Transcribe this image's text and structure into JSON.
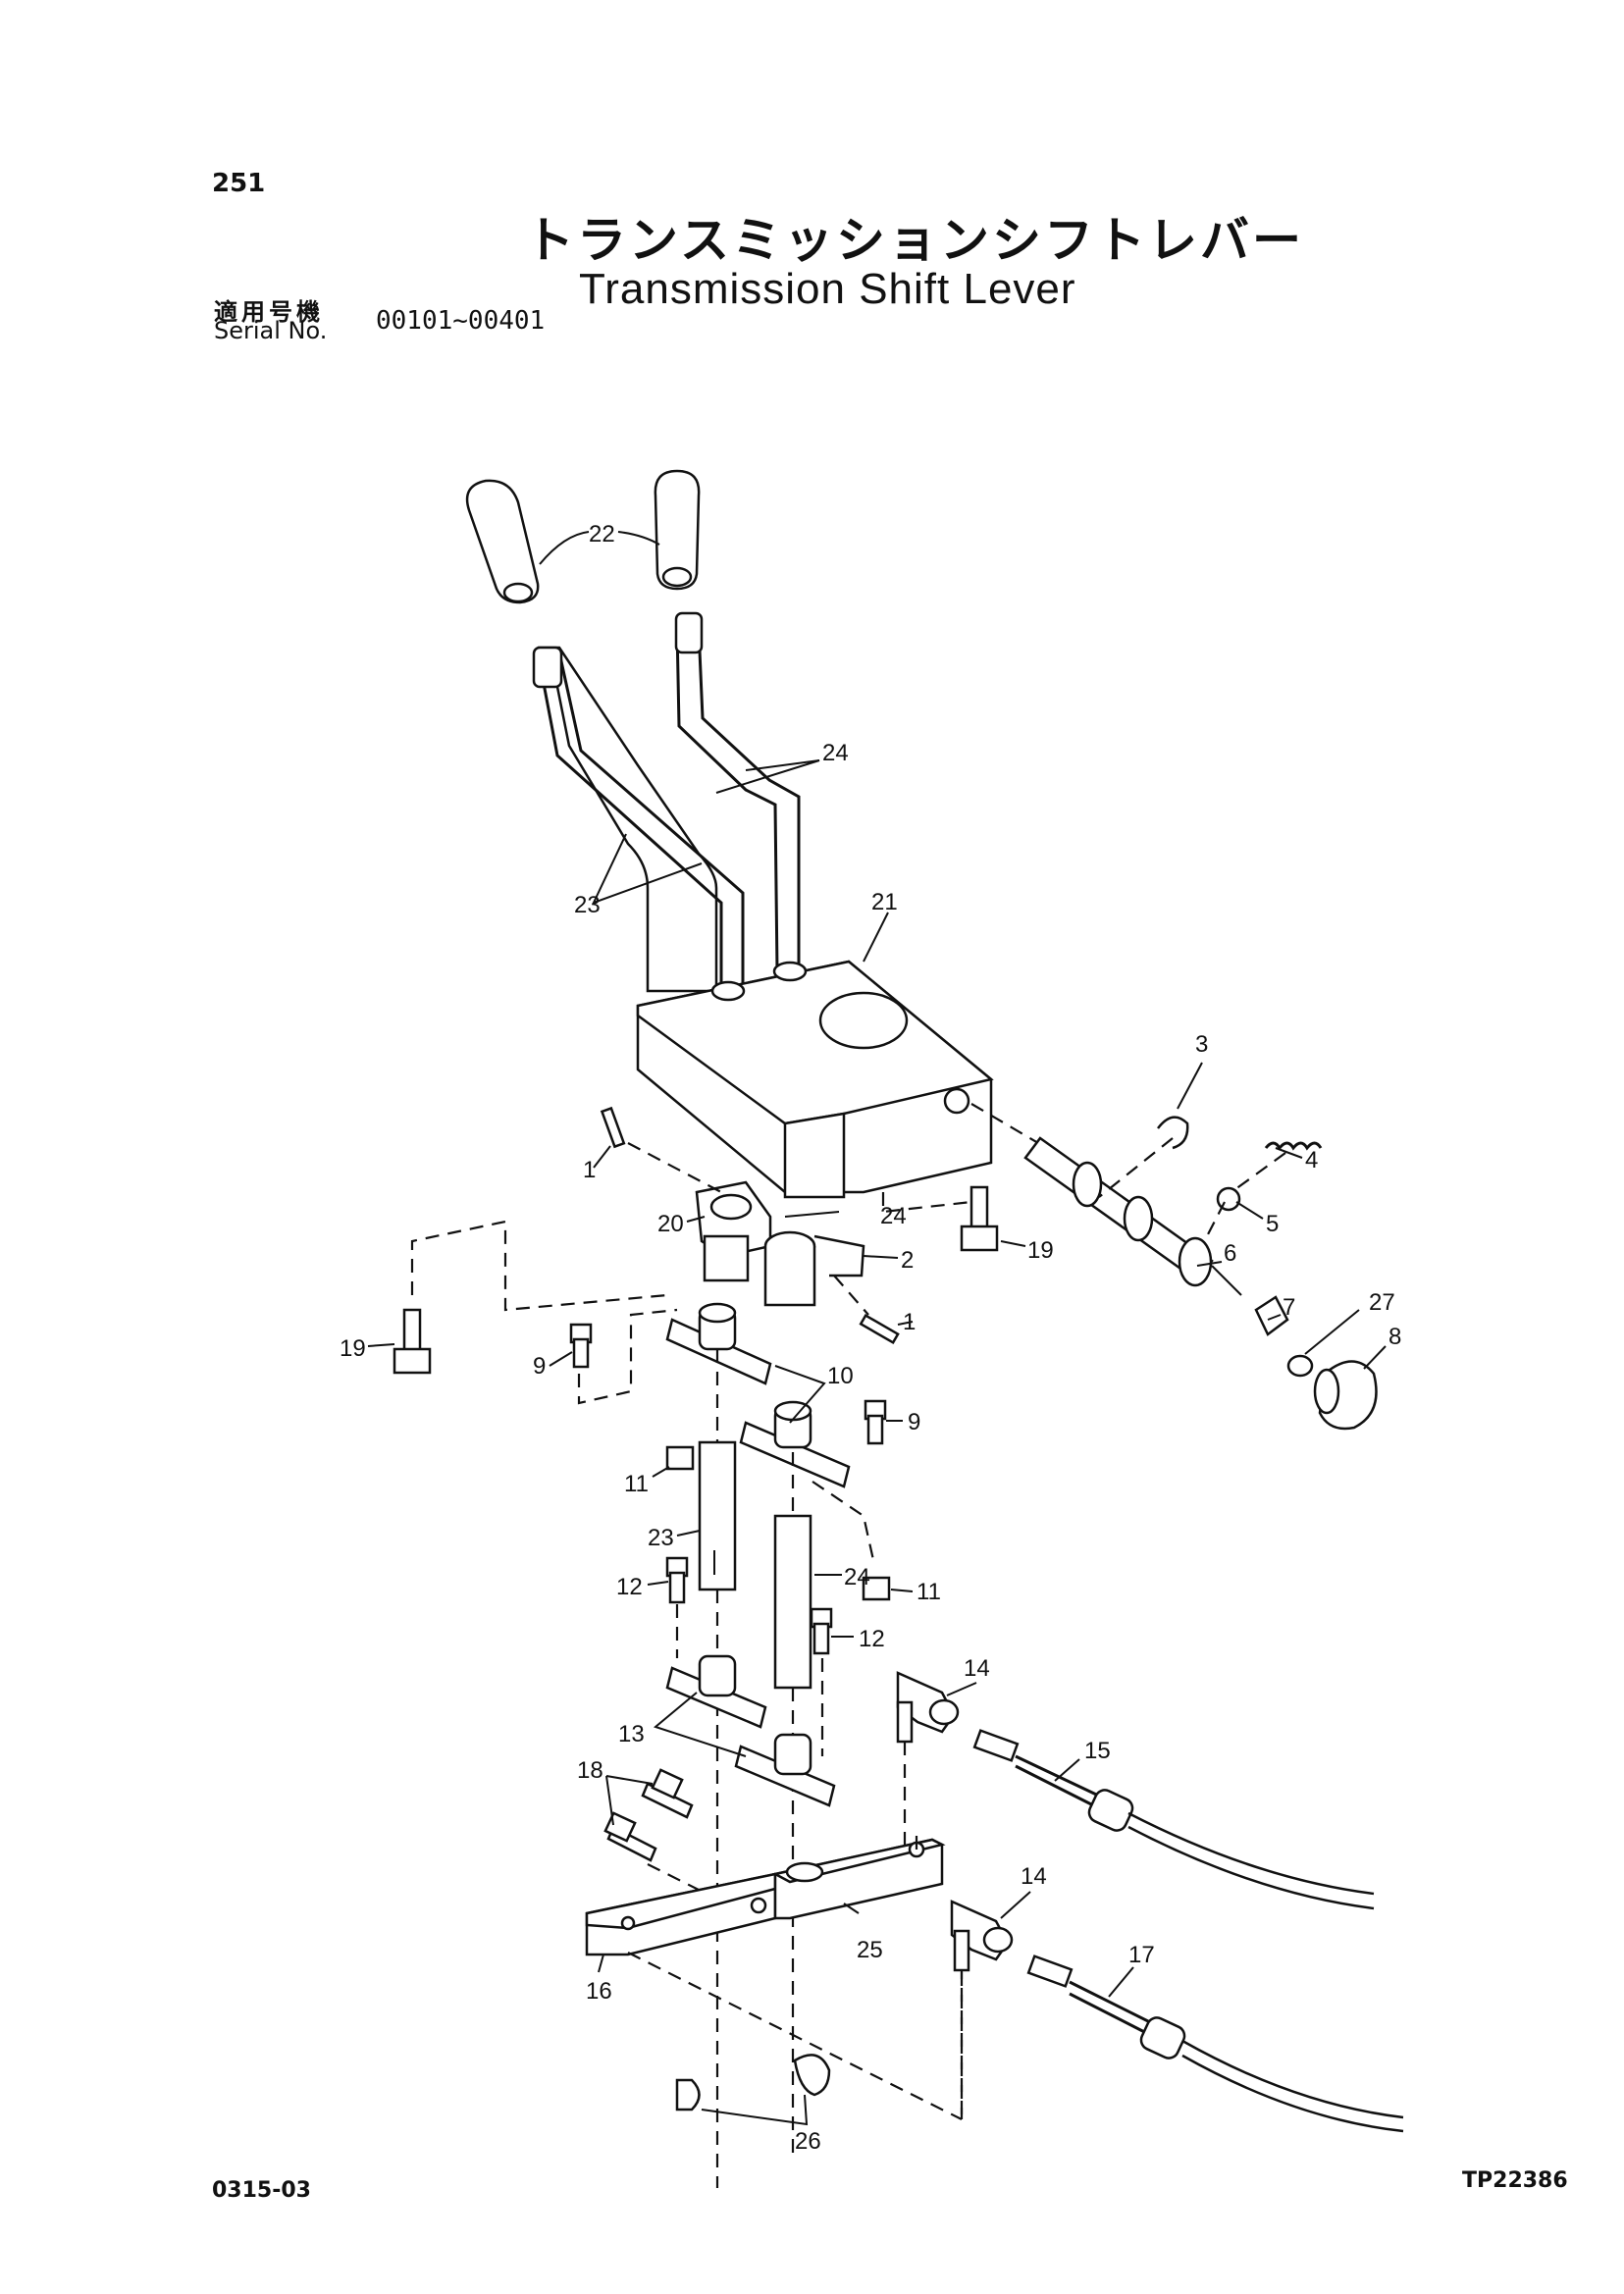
{
  "header": {
    "page_number": "251",
    "title_jp": "トランスミッションシフトレバー",
    "title_en": "Transmission Shift Lever",
    "serial_label_jp": "適用号機",
    "serial_label_en": "Serial No.",
    "serial_range": "00101~00401"
  },
  "callouts": [
    "1",
    "1",
    "2",
    "3",
    "4",
    "5",
    "6",
    "7",
    "8",
    "9",
    "9",
    "10",
    "11",
    "11",
    "12",
    "12",
    "13",
    "14",
    "14",
    "15",
    "16",
    "17",
    "18",
    "19",
    "19",
    "20",
    "21",
    "22",
    "23",
    "23",
    "24",
    "24",
    "24",
    "25",
    "26",
    "27"
  ],
  "footer": {
    "doc_code": "0315-03",
    "plate_code": "TP22386"
  }
}
